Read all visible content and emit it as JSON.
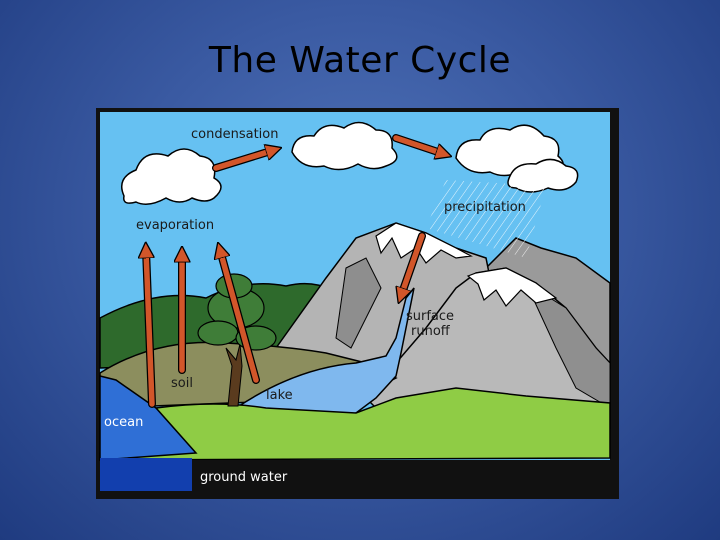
{
  "slide": {
    "title": "The Water Cycle"
  },
  "diagram": {
    "labels": {
      "condensation": "condensation",
      "evaporation": "evaporation",
      "precipitation": "precipitation",
      "surface_runoff_line1": "surface",
      "surface_runoff_line2": "runoff",
      "soil": "soil",
      "lake": "lake",
      "ocean": "ocean",
      "ground_water": "ground water"
    },
    "colors": {
      "sky": "#66c1f2",
      "arrow": "#d2562a",
      "water": "#7fb8ee",
      "ocean": "#2f6fd6",
      "ground_water": "#123fae",
      "grass": "#8fcc45",
      "forest": "#2e6a2c",
      "mountain": "#b4b4b4",
      "snow": "#ffffff"
    }
  }
}
